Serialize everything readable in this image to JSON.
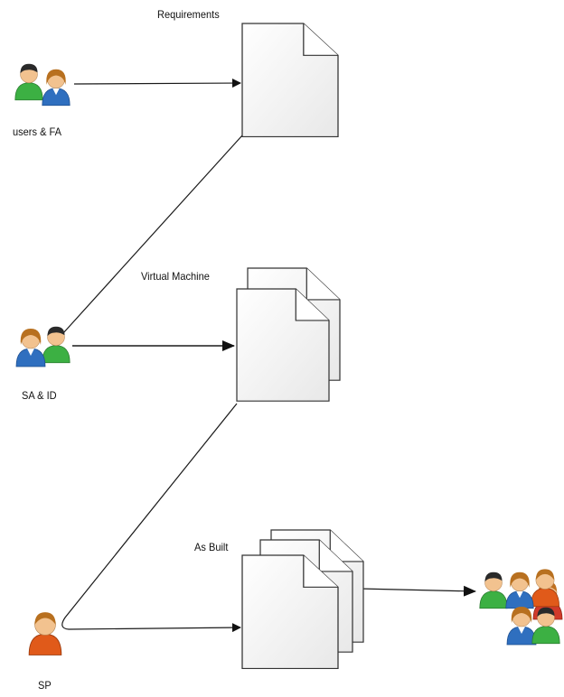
{
  "labels": {
    "users": "users & FA",
    "sa": "SA & ID",
    "sp": "SP",
    "requirements": "Requirements",
    "virtual_machine": "Virtual Machine",
    "as_built": "As Built"
  },
  "icons": {
    "users_fa": "user-pair-icon",
    "sa_id": "user-pair-icon",
    "sp": "user-icon",
    "team": "user-group-icon",
    "requirements_doc": "document-icon",
    "virtual_machine_docs": "document-stack-icon",
    "as_built_docs": "document-stack-icon"
  },
  "colors": {
    "line": "#1a1a1a",
    "doc_fill": "#f2f2f2",
    "doc_border": "#333333",
    "green_shirt": "#3cb043",
    "blue_shirt": "#2f6fbf",
    "orange_shirt": "#e05a1a",
    "red_shirt": "#d03a2a",
    "skin": "#f2c28f",
    "hair_dark": "#2a2a2a",
    "hair_brown": "#b8701f"
  }
}
